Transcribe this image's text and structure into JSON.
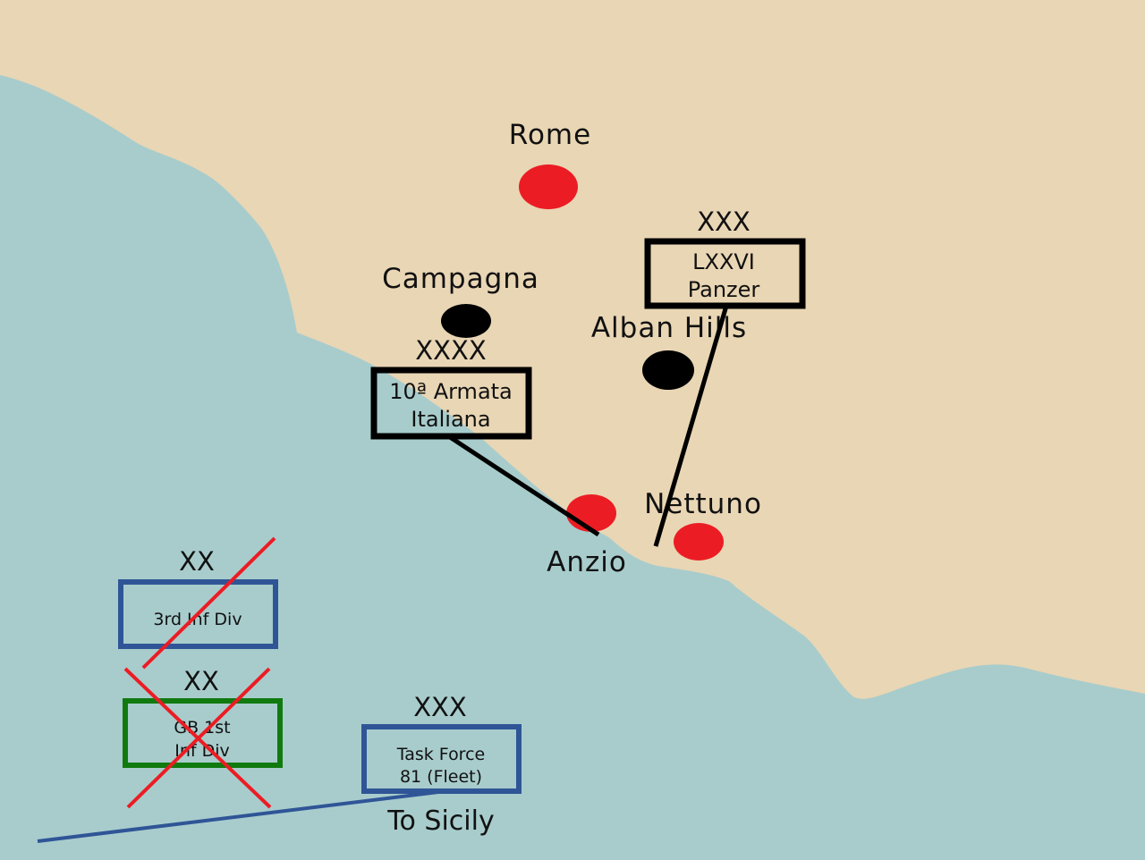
{
  "colors": {
    "sea": "#a8cccc",
    "land": "#e9d6b4",
    "city": "#ec1c24",
    "landmark": "#000000",
    "axis_unit": "#000000",
    "us_unit": "#2f5597",
    "gb_unit": "#117a0f",
    "eliminated_cross": "#ec1c24"
  },
  "places": {
    "rome": "Rome",
    "campagna": "Campagna",
    "alban_hills": "Alban Hills",
    "nettuno": "Nettuno",
    "anzio": "Anzio"
  },
  "units": {
    "axis_army": {
      "echelon": "XXXX",
      "line1": "10ª Armata",
      "line2": "Italiana",
      "icon": "black-unit-box"
    },
    "axis_corps": {
      "echelon": "XXX",
      "line1": "LXXVI",
      "line2": "Panzer",
      "icon": "black-unit-box"
    },
    "us_division": {
      "echelon": "XX",
      "line1": "3rd Inf Div",
      "status": "eliminated",
      "icon": "blue-unit-box"
    },
    "gb_division": {
      "echelon": "XX",
      "line1": "GB 1st",
      "line2": "Inf Div",
      "status": "eliminated",
      "icon": "green-unit-box"
    },
    "task_force": {
      "echelon": "XXX",
      "line1": "Task Force",
      "line2": "81 (Fleet)",
      "icon": "blue-unit-box"
    }
  },
  "routes": {
    "to_sicily": "To Sicily"
  }
}
